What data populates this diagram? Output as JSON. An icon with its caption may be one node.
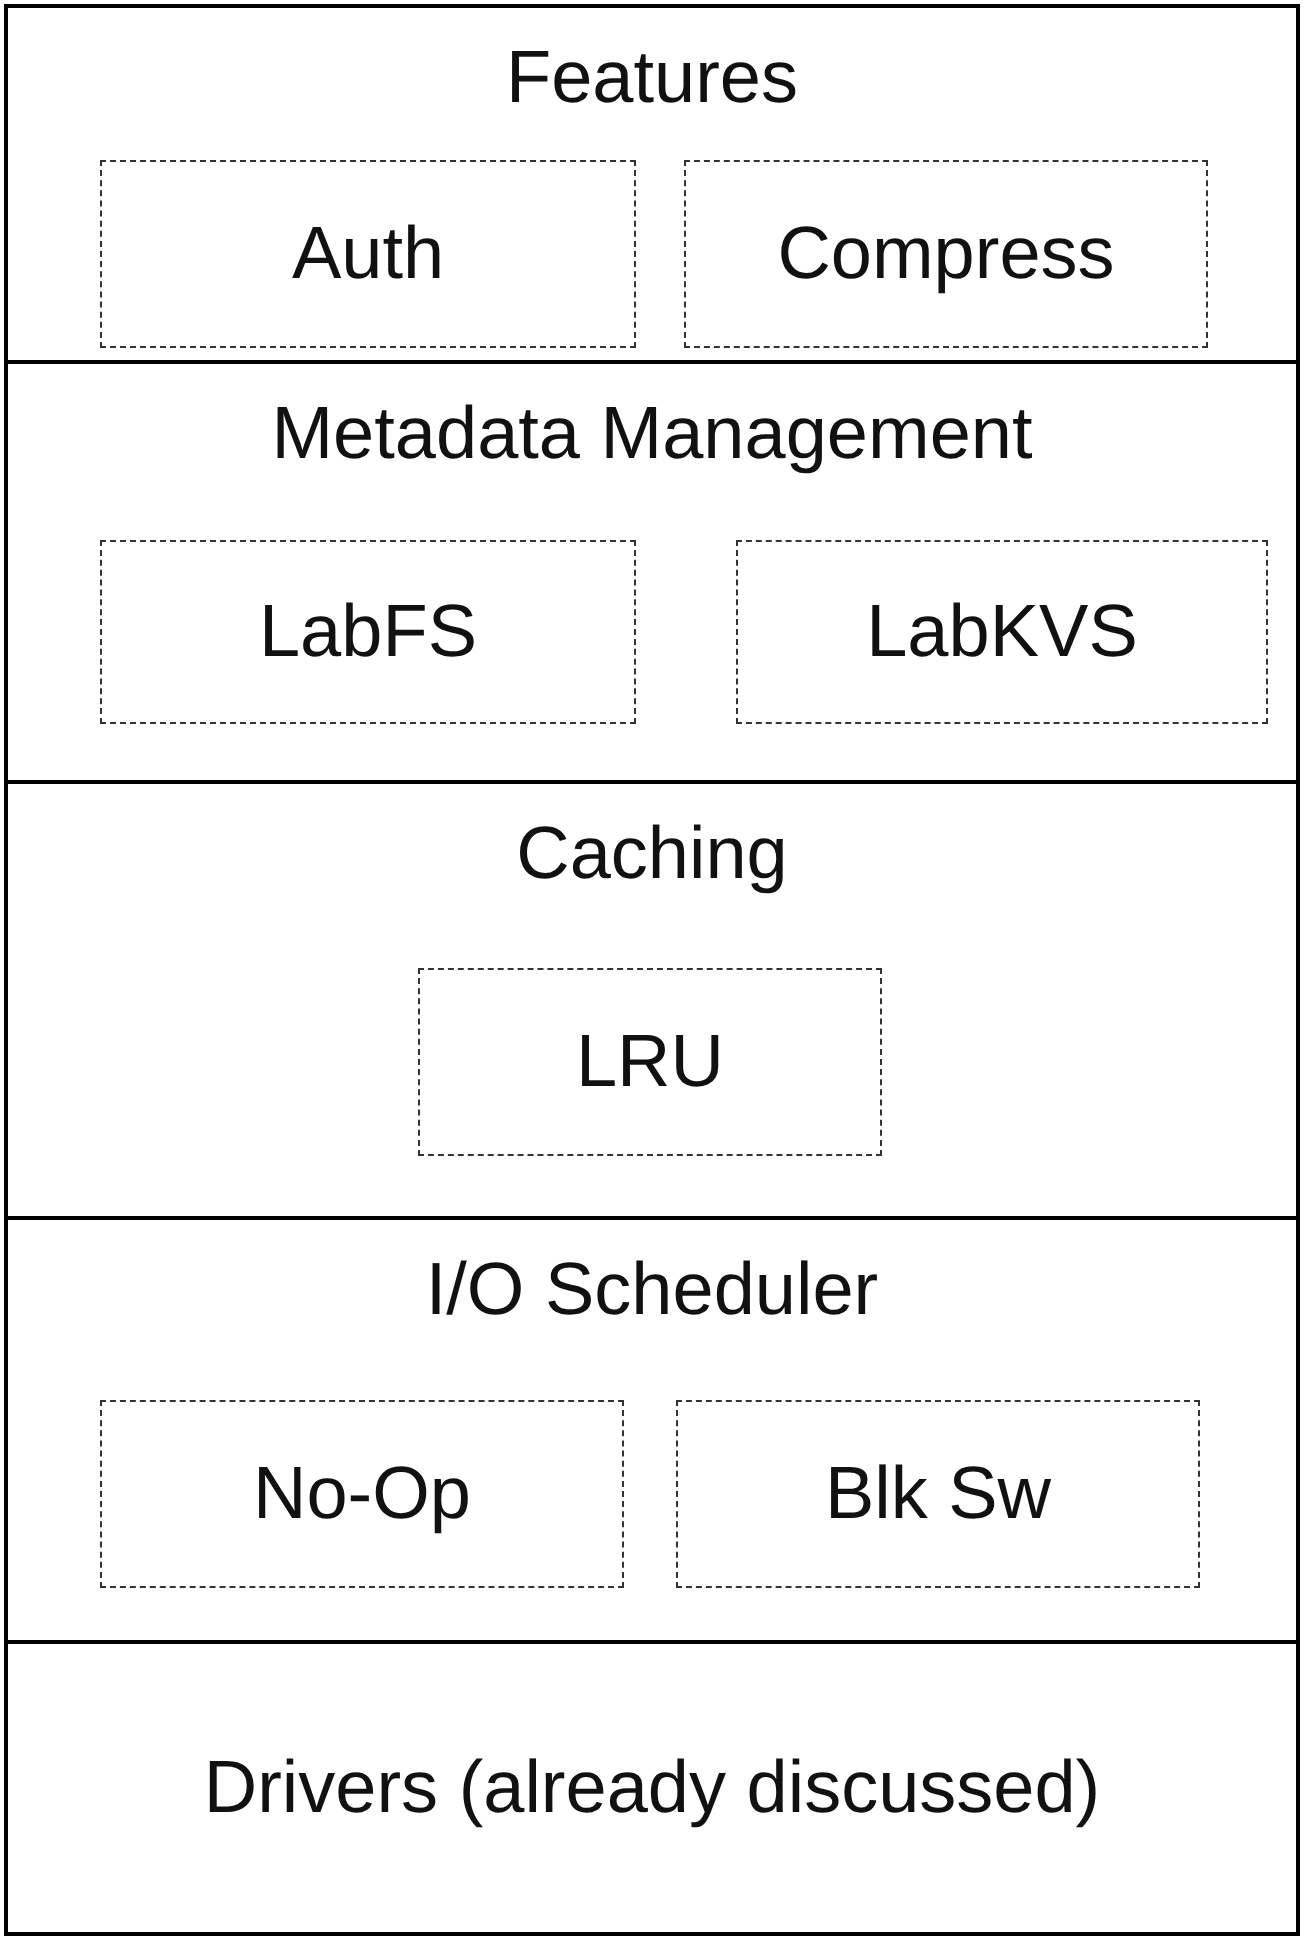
{
  "diagram": {
    "nodes": [
      {
        "text": [
          "Features"
        ]
      },
      {
        "text": [
          "Auth"
        ],
        "in": 0
      },
      {
        "text": [
          "Compress"
        ],
        "in": 0
      },
      {
        "text": [
          "Metadata Management"
        ]
      },
      {
        "text": [
          "LabFS"
        ],
        "in": 3
      },
      {
        "text": [
          "LabKVS"
        ],
        "in": 3
      },
      {
        "text": [
          "Caching"
        ]
      },
      {
        "text": [
          "LRU"
        ],
        "in": 6
      },
      {
        "text": [
          "I/O Scheduler"
        ]
      },
      {
        "text": [
          "No-Op"
        ],
        "in": 8
      },
      {
        "text": [
          "Blk Sw"
        ],
        "in": 8
      },
      {
        "text": [
          "Drivers (already discussed)"
        ]
      }
    ]
  }
}
